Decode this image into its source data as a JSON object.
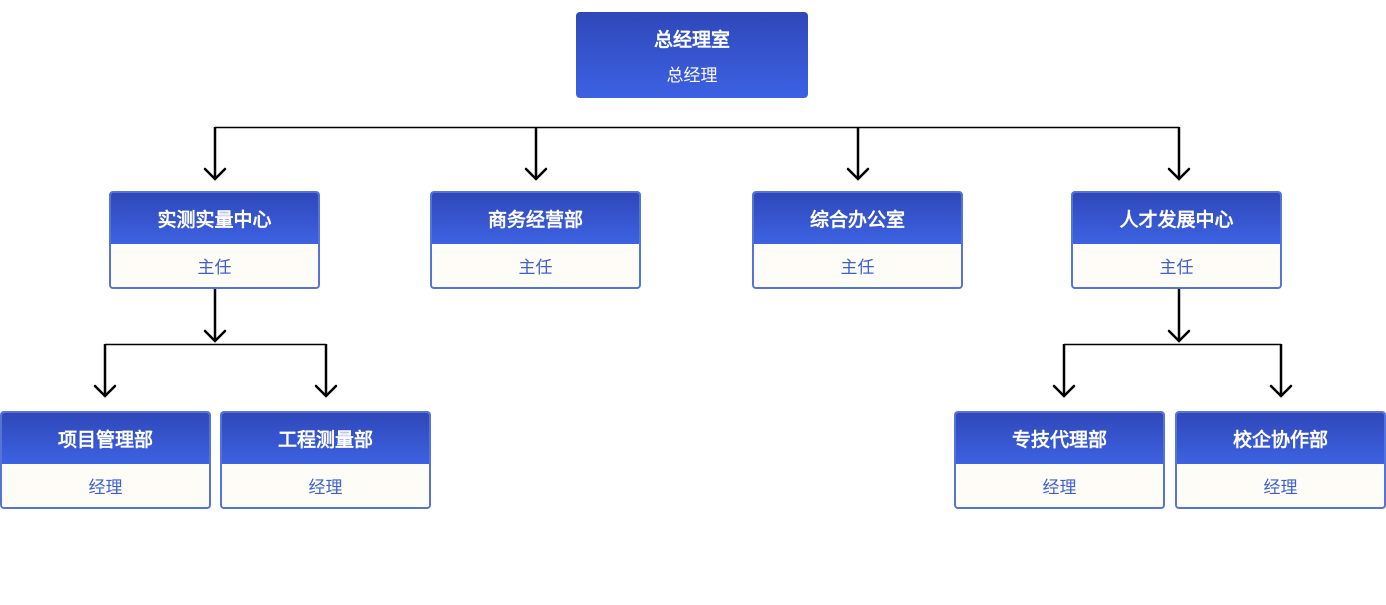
{
  "root": {
    "title": "总经理室",
    "role": "总经理"
  },
  "departments": [
    {
      "title": "实测实量中心",
      "role": "主任"
    },
    {
      "title": "商务经营部",
      "role": "主任"
    },
    {
      "title": "综合办公室",
      "role": "主任"
    },
    {
      "title": "人才发展中心",
      "role": "主任"
    }
  ],
  "sub_departments": [
    {
      "title": "项目管理部",
      "role": "经理",
      "parent": "实测实量中心"
    },
    {
      "title": "工程测量部",
      "role": "经理",
      "parent": "实测实量中心"
    },
    {
      "title": "专技代理部",
      "role": "经理",
      "parent": "人才发展中心"
    },
    {
      "title": "校企协作部",
      "role": "经理",
      "parent": "人才发展中心"
    }
  ],
  "colors": {
    "header": "#3450c8",
    "border": "#5673d8",
    "role_text": "#3d5fd6",
    "body_bg": "#fdfcf6",
    "connector": "#000000"
  }
}
